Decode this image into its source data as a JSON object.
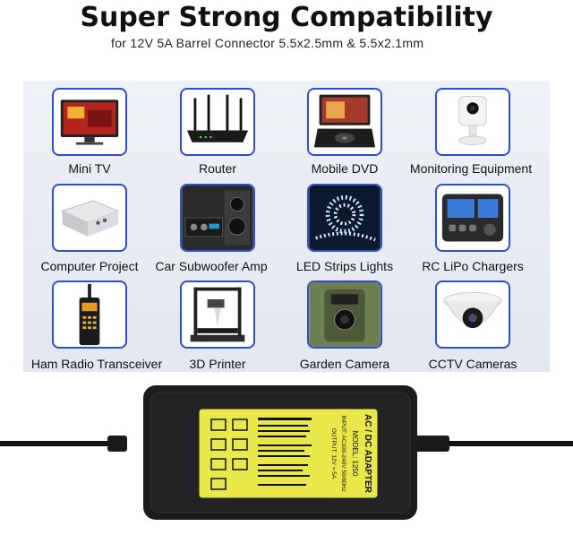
{
  "header": {
    "title": "Super Strong Compatibility",
    "subtitle": "for 12V 5A Barrel Connector 5.5x2.5mm & 5.5x2.1mm"
  },
  "devices": [
    {
      "label": "Mini TV",
      "icon": "tv-icon"
    },
    {
      "label": "Router",
      "icon": "router-icon"
    },
    {
      "label": "Mobile DVD",
      "icon": "dvd-icon"
    },
    {
      "label": "Monitoring Equipment",
      "icon": "camera-icon"
    },
    {
      "label": "Computer Project",
      "icon": "mini-pc-icon"
    },
    {
      "label": "Car Subwoofer Amp",
      "icon": "amplifier-icon"
    },
    {
      "label": "LED Strips Lights",
      "icon": "led-strip-icon"
    },
    {
      "label": "RC LiPo Chargers",
      "icon": "charger-icon"
    },
    {
      "label": "Ham Radio Transceiver",
      "icon": "radio-icon"
    },
    {
      "label": "3D Printer",
      "icon": "printer-3d-icon"
    },
    {
      "label": "Garden Camera",
      "icon": "trail-camera-icon"
    },
    {
      "label": "CCTV Cameras",
      "icon": "cctv-icon"
    }
  ],
  "adapter_label": {
    "heading": "AC / DC ADAPTER",
    "model": "MODEL: 1250",
    "input": "INPUT: AC100-240V 50/60Hz",
    "output": "OUTPUT: 12V = 5A"
  },
  "colors": {
    "tile_border": "#2f4fd0",
    "label_yellow": "#e8e84a",
    "adapter_body": "#1c1c1e"
  }
}
